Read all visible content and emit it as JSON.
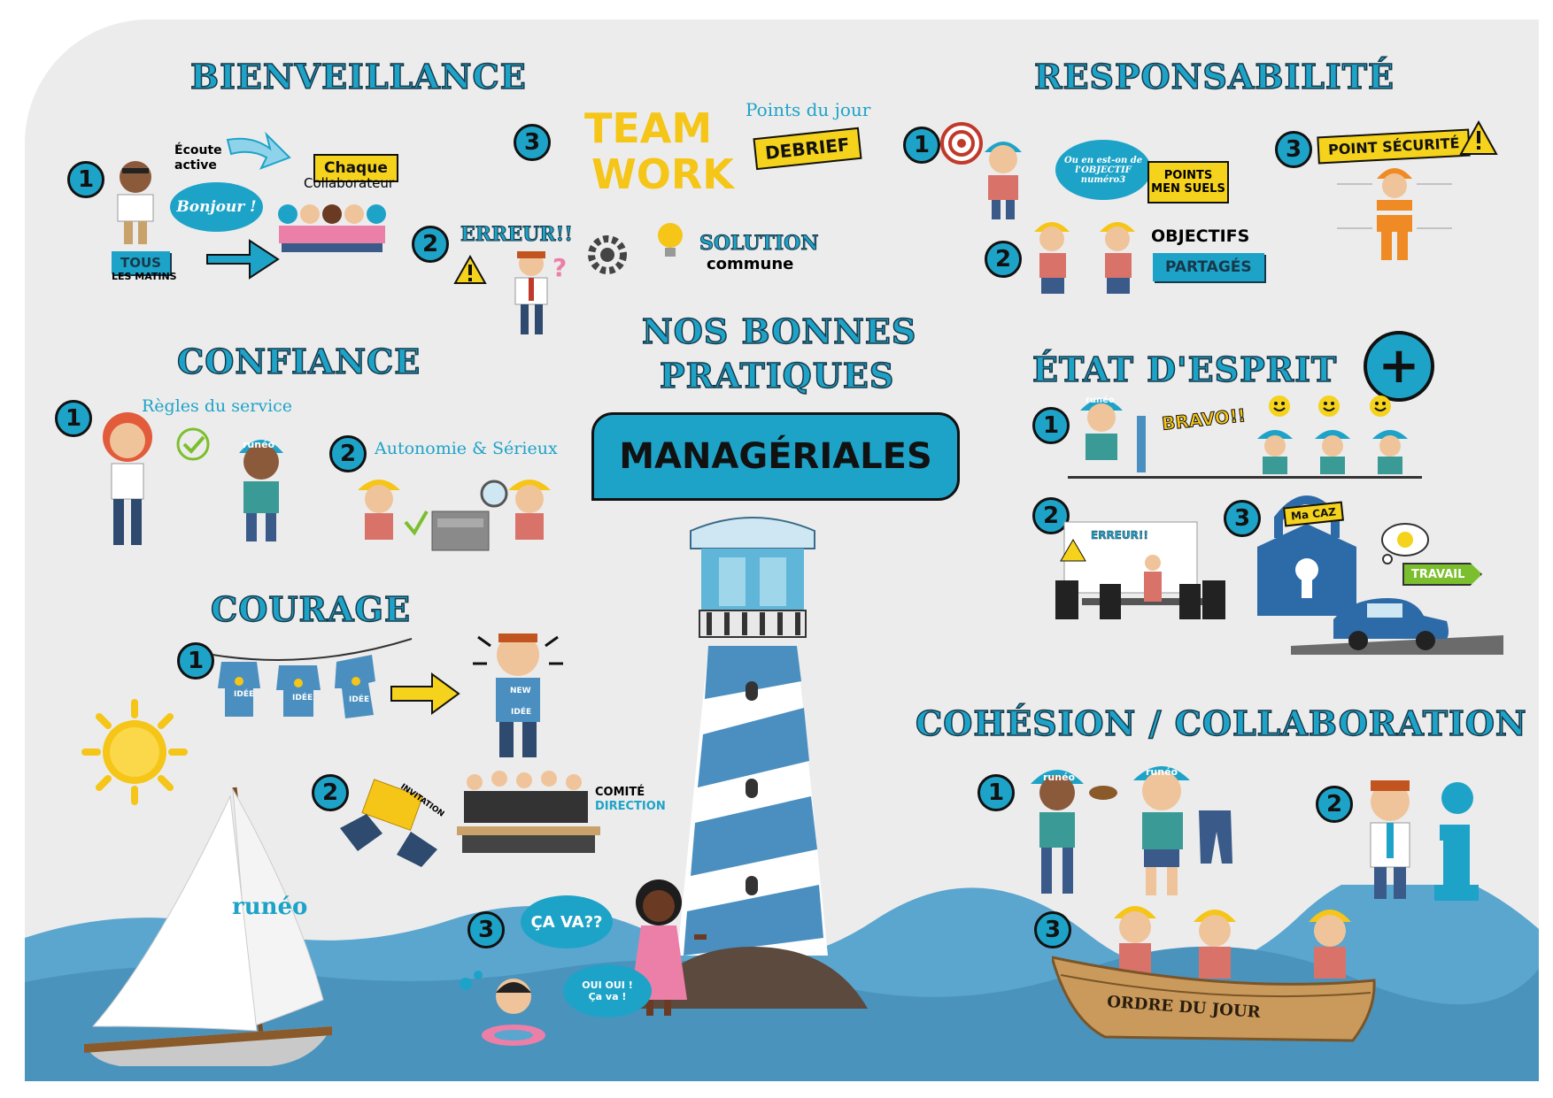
{
  "colors": {
    "accent": "#1ea3c8",
    "dark": "#16394a",
    "yellow": "#f5d21b",
    "sea": "#5aa6cf",
    "background": "#ececec"
  },
  "center": {
    "title_line1": "NOS BONNES",
    "title_line2": "PRATIQUES",
    "subtitle": "MANAGÉRIALES"
  },
  "bienveillance": {
    "title": "BIENVEILLANCE",
    "item1": {
      "num": "1",
      "ecoute": "Écoute",
      "active": "active",
      "bonjour": "Bonjour !",
      "chaque": "Chaque",
      "collaborateur": "Collaborateur",
      "tous": "TOUS",
      "les_matins": "LES MATINS"
    },
    "item2": {
      "num": "2",
      "erreur": "ERREUR!!",
      "solution": "SOLUTION",
      "commune": "commune"
    },
    "item3": {
      "num": "3",
      "team": "TEAM",
      "work": "WORK",
      "points_du_jour": "Points du jour",
      "debrief": "DEBRIEF"
    }
  },
  "responsabilite": {
    "title": "RESPONSABILITÉ",
    "item1": {
      "num": "1",
      "bubble": "Ou en est-on de l'OBJECTIF numéro3",
      "points": "POINTS",
      "mensuels": "MEN SUELS"
    },
    "item2": {
      "num": "2",
      "objectifs": "OBJECTIFS",
      "partages": "PARTAGÉS"
    },
    "item3": {
      "num": "3",
      "point_securite": "POINT SÉCURITÉ"
    }
  },
  "confiance": {
    "title": "CONFIANCE",
    "item1": {
      "num": "1",
      "regles": "Règles du service",
      "helmet_brand": "runéo"
    },
    "item2": {
      "num": "2",
      "autonomie": "Autonomie & Sérieux"
    }
  },
  "etat_esprit": {
    "title": "ÉTAT D'ESPRIT",
    "plus": "+",
    "item1": {
      "num": "1",
      "bravo": "BRAVO!!",
      "helmet_brand": "runéo"
    },
    "item2": {
      "num": "2",
      "erreur": "ERREUR!!"
    },
    "item3": {
      "num": "3",
      "macaz": "Ma CAZ",
      "travail": "TRAVAIL"
    }
  },
  "courage": {
    "title": "COURAGE",
    "item1": {
      "num": "1",
      "idee": "IDÉE",
      "new": "NEW",
      "new_idee": "IDÉE"
    },
    "item2": {
      "num": "2",
      "invitation": "INVITATION",
      "comite": "COMITÉ",
      "direction": "DIRECTION"
    },
    "item3": {
      "num": "3",
      "ca_va": "ÇA VA??",
      "oui_oui": "OUI OUI !",
      "ca_va_reply": "Ça va !"
    }
  },
  "cohesion": {
    "title": "COHÉSION / COLLABORATION",
    "item1": {
      "num": "1",
      "helmet_brand": "runéo"
    },
    "item2": {
      "num": "2"
    },
    "item3": {
      "num": "3",
      "ordre_du_jour": "ORDRE DU JOUR"
    }
  },
  "sailboat": {
    "brand": "runéo"
  },
  "icons": [
    "sun-icon",
    "lighthouse-icon",
    "sailboat-icon",
    "target-icon",
    "warning-icon",
    "gear-icon",
    "lightbulb-icon",
    "padlock-icon",
    "car-icon",
    "boat-icon",
    "info-icon",
    "check-icon",
    "smiley-icon",
    "arrow-icon"
  ]
}
